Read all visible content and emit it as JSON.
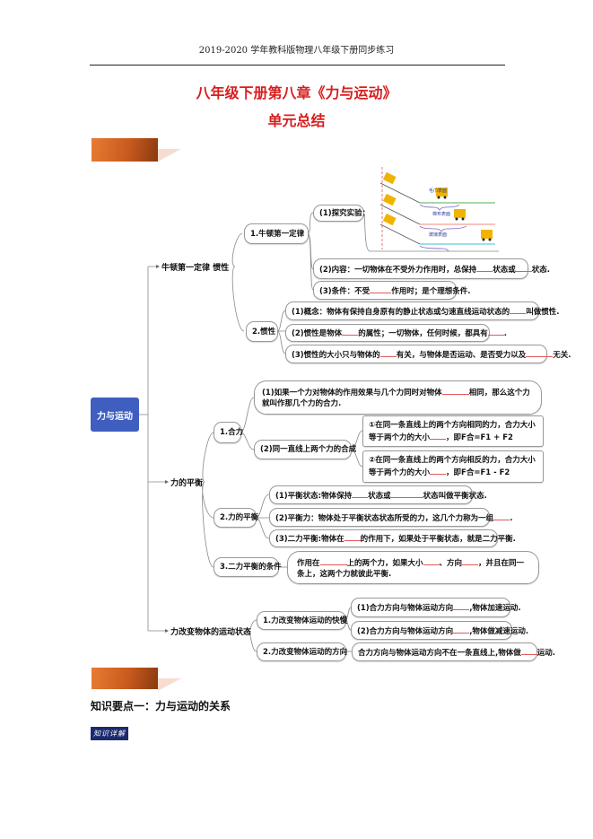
{
  "header": {
    "text": "2019-2020 学年教科版物理八年级下册同步练习"
  },
  "title": {
    "main": "八年级下册第八章《力与运动》",
    "sub": "单元总结"
  },
  "mindmap": {
    "root": "力与运动",
    "branches": {
      "newton": {
        "label": "牛顿第一定律  惯性",
        "law": {
          "label": "1.牛顿第一定律",
          "experiment": "(1)探究实验：",
          "surfaces": [
            "毛巾表面",
            "棉布表面",
            "玻璃表面"
          ],
          "content": "(2)内容：一切物体在不受外力作用时，总保持___状态或___状态.",
          "condition": "(3)条件：不受____作用时；是个理想条件."
        },
        "inertia": {
          "label": "2.惯性",
          "items": [
            "(1)概念：物体有保持自身原有的静止状态或匀速直线运动状态的___叫做惯性.",
            "(2)惯性是物体___的属性；一切物体，任何时候，都具有___.",
            "(3)惯性的大小只与物体的___有关，与物体是否运动、是否受力以及_____无关."
          ]
        }
      },
      "balance": {
        "label": "力的平衡",
        "resultant": {
          "label": "1.合力",
          "def": "(1)如果一个力对物体的作用效果与几个力同时对物体_____相同，那么这个力就叫作那几个力的合力.",
          "sameline": {
            "label": "(2)同一直线上两个力的合成",
            "items": [
              "①在同一条直线上的两个方向相同的力，合力大小等于两个力的大小___，即F合=F1 + F2",
              "②在同一条直线上的两个方向相反的力，合力大小等于两个力的大小___，即F合=F1 - F2"
            ]
          }
        },
        "equilibrium": {
          "label": "2.力的平衡",
          "items": [
            "(1)平衡状态:物体保持___状态或______状态叫做平衡状态.",
            "(2)平衡力：物体处于平衡状态状态所受的力，这几个力称为一组___.",
            "(3)二力平衡:物体在___的作用下，如果处于平衡状态，就是二力平衡."
          ]
        },
        "condition": {
          "label": "3.二力平衡的条件",
          "text": "作用在_____上的两个力，如果大小___、方向___，并且在同一条上，这两个力就彼此平衡."
        }
      },
      "motion": {
        "label": "力改变物体的运动状态",
        "speed": {
          "label": "1.力改变物体运动的快慢",
          "items": [
            "(1)合力方向与物体运动方向___,物体加速运动.",
            "(2)合力方向与物体运动方向___,物体做减速运动."
          ]
        },
        "direction": {
          "label": "2.力改变物体运动的方向",
          "text": "合力方向与物体运动方向不在一条直线上,物体做___运动."
        }
      }
    }
  },
  "section": {
    "heading": "知识要点一：力与运动的关系",
    "badge": "知识详解"
  },
  "colors": {
    "title_red": "#d81e1e",
    "root_blue": "#3f5ec0",
    "banner_orange": "#c85a1e",
    "badge_navy": "#1c2a6e",
    "blank_red": "#e05a5a"
  }
}
